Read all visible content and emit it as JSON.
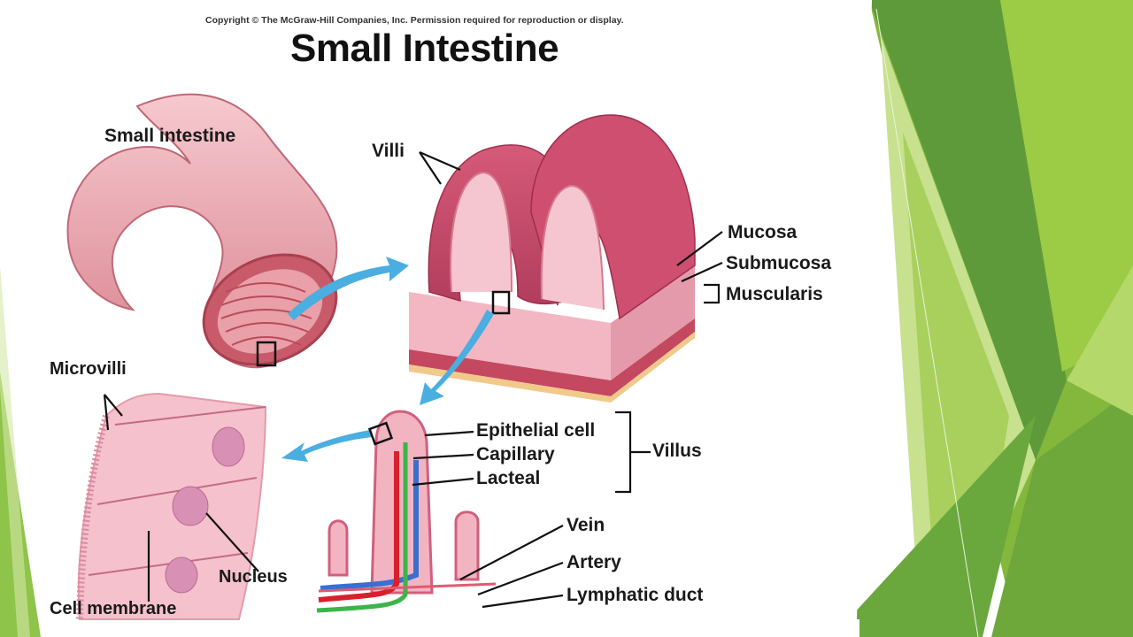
{
  "copyright": "Copyright © The McGraw-Hill Companies, Inc. Permission required for reproduction or display.",
  "title": "Small Intestine",
  "labels": {
    "small_intestine": "Small intestine",
    "villi": "Villi",
    "mucosa": "Mucosa",
    "submucosa": "Submucosa",
    "muscularis": "Muscularis",
    "microvilli": "Microvilli",
    "epithelial_cell": "Epithelial cell",
    "capillary": "Capillary",
    "lacteal": "Lacteal",
    "villus": "Villus",
    "vein": "Vein",
    "artery": "Artery",
    "lymphatic_duct": "Lymphatic duct",
    "nucleus": "Nucleus",
    "cell_membrane": "Cell membrane"
  },
  "colors": {
    "theme_green_dark": "#5f9a3a",
    "theme_green_mid": "#84b83c",
    "theme_green_light": "#a9cf5c",
    "theme_green_pale": "#d3e8a6",
    "tissue_pink": "#f2b3c4",
    "tissue_dark": "#c9506e",
    "arrow_blue": "#4aaee0",
    "vein_blue": "#3a6fcf",
    "artery_red": "#d8202c",
    "lymph_green": "#3bb54a"
  }
}
